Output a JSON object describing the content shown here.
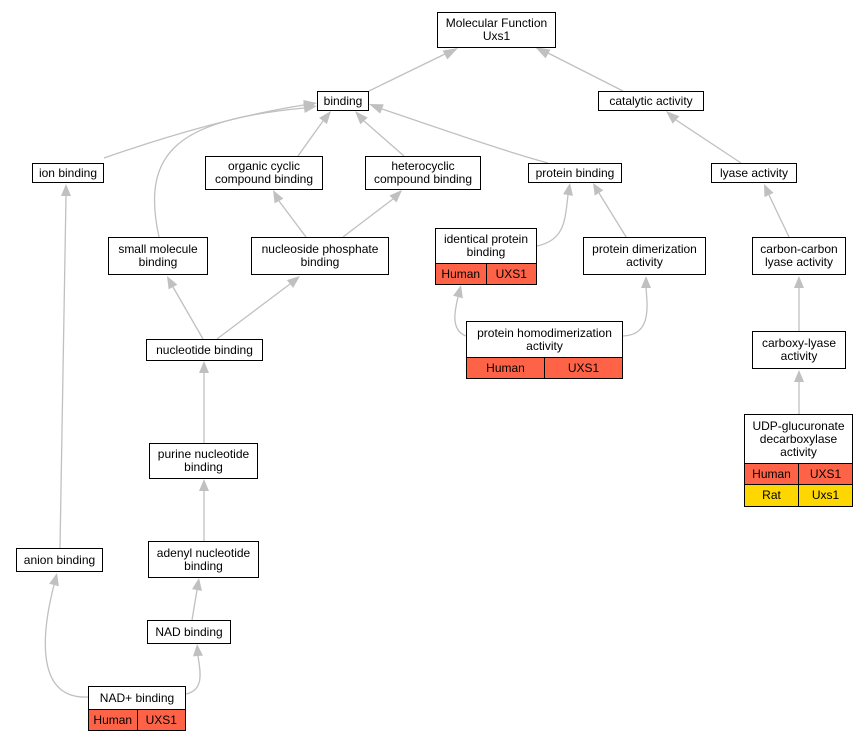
{
  "colors": {
    "edge": "#c0c0c0",
    "human": "#ff6347",
    "rat": "#ffd700",
    "node_border": "#000000",
    "node_fill": "#ffffff"
  },
  "nodes": {
    "molecular_function": {
      "label": "Molecular Function\nUxs1"
    },
    "binding": {
      "label": "binding"
    },
    "catalytic_activity": {
      "label": "catalytic activity"
    },
    "ion_binding": {
      "label": "ion binding"
    },
    "organic_cyclic": {
      "label": "organic cyclic\ncompound binding"
    },
    "heterocyclic": {
      "label": "heterocyclic\ncompound binding"
    },
    "protein_binding": {
      "label": "protein binding"
    },
    "lyase_activity": {
      "label": "lyase activity"
    },
    "small_molecule": {
      "label": "small molecule\nbinding"
    },
    "nucleoside_phosphate": {
      "label": "nucleoside phosphate\nbinding"
    },
    "identical_protein": {
      "label": "identical protein\nbinding",
      "annotations": [
        {
          "species": "Human",
          "gene": "UXS1"
        }
      ]
    },
    "protein_dimerization": {
      "label": "protein dimerization\nactivity"
    },
    "carbon_carbon_lyase": {
      "label": "carbon-carbon\nlyase activity"
    },
    "nucleotide_binding": {
      "label": "nucleotide binding"
    },
    "protein_homodimerization": {
      "label": "protein homodimerization\nactivity",
      "annotations": [
        {
          "species": "Human",
          "gene": "UXS1"
        }
      ]
    },
    "carboxy_lyase": {
      "label": "carboxy-lyase\nactivity"
    },
    "purine_nucleotide": {
      "label": "purine nucleotide\nbinding"
    },
    "udp_glucuronate": {
      "label": "UDP-glucuronate\ndecarboxylase\nactivity",
      "annotations": [
        {
          "species": "Human",
          "gene": "UXS1"
        },
        {
          "species": "Rat",
          "gene": "Uxs1"
        }
      ]
    },
    "anion_binding": {
      "label": "anion binding"
    },
    "adenyl_nucleotide": {
      "label": "adenyl nucleotide\nbinding"
    },
    "nad_binding": {
      "label": "NAD binding"
    },
    "nad_plus_binding": {
      "label": "NAD+ binding",
      "annotations": [
        {
          "species": "Human",
          "gene": "UXS1"
        }
      ]
    }
  }
}
